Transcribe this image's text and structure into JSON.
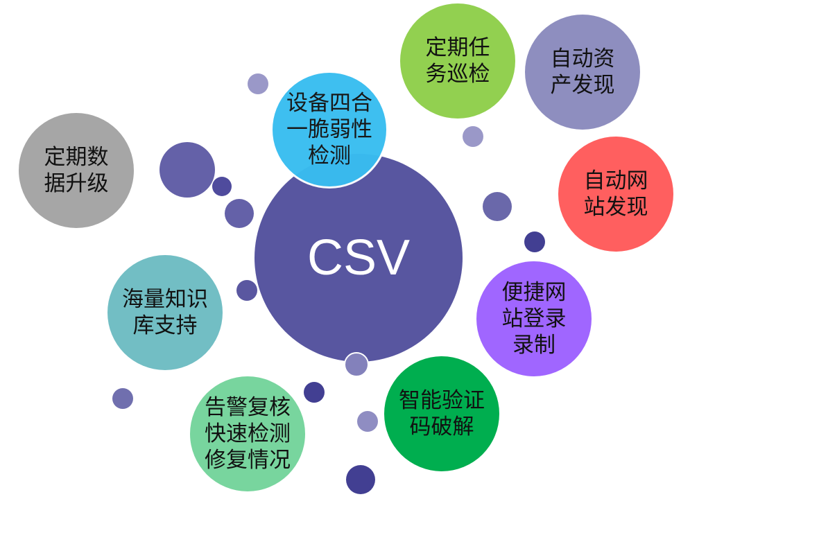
{
  "center": {
    "label": "CSV",
    "color": "#5856a0"
  },
  "features": [
    {
      "label": "设备四合\n一脆弱性\n检测",
      "color": "#38bdf0"
    },
    {
      "label": "定期任\n务巡检",
      "color": "#92d050"
    },
    {
      "label": "自动资\n产发现",
      "color": "#8e8ebf"
    },
    {
      "label": "自动网\n站发现",
      "color": "#ff5f5f"
    },
    {
      "label": "便捷网\n站登录\n录制",
      "color": "#a066ff"
    },
    {
      "label": "智能验证\n码破解",
      "color": "#00ae4f"
    },
    {
      "label": "告警复核\n快速检测\n修复情况",
      "color": "#78d59e"
    },
    {
      "label": "海量知识\n库支持",
      "color": "#72bec4"
    },
    {
      "label": "定期数\n据升级",
      "color": "#a6a6a6"
    }
  ]
}
